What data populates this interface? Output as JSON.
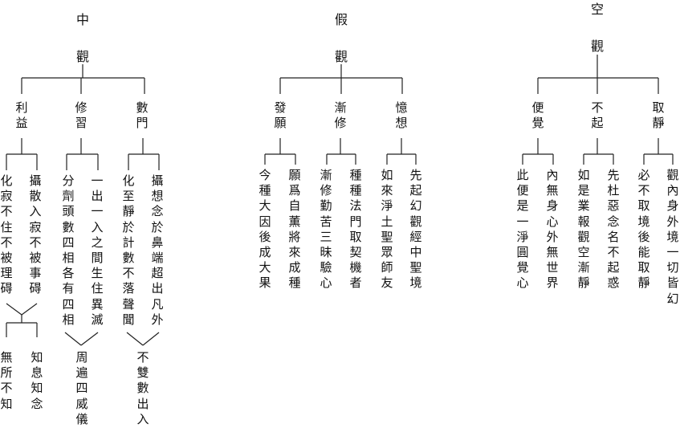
{
  "colors": {
    "ink": "#111111",
    "line": "#222222",
    "background": "#ffffff"
  },
  "trees": [
    {
      "root": "中觀",
      "branches": [
        {
          "label": "利益",
          "leaves": [
            "化寂不住不被理碍",
            "攝散入寂不被事碍"
          ],
          "sub": [
            "無所不知",
            "知息知念"
          ]
        },
        {
          "label": "修習",
          "leaves": [
            "分劑頭數四相各有四相",
            "一出一入之間生住異滅"
          ],
          "sub": "周遍四威儀"
        },
        {
          "label": "數門",
          "leaves": [
            "化至靜於計數不落聲聞",
            "攝想念於鼻端超出凡外"
          ],
          "sub": "不雙數出入"
        }
      ]
    },
    {
      "root": "假觀",
      "branches": [
        {
          "label": "發願",
          "leaves": [
            "今種大因後成大果",
            "願爲自薫將來成種"
          ]
        },
        {
          "label": "漸修",
          "leaves": [
            "漸修勤苦三昧驗心",
            "種種法門取契機者"
          ]
        },
        {
          "label": "憶想",
          "leaves": [
            "如來淨土聖眾師友",
            "先起幻觀經中聖境"
          ]
        }
      ]
    },
    {
      "root": "空觀",
      "branches": [
        {
          "label": "便覺",
          "leaves": [
            "此便是一淨圓覺心",
            "內無身心外無世界"
          ]
        },
        {
          "label": "不起",
          "leaves": [
            "如是業報觀空漸靜",
            "先杜惡念名不起惑"
          ]
        },
        {
          "label": "取靜",
          "leaves": [
            "必不取境後能取靜",
            "觀內身外境一切皆幻"
          ]
        }
      ]
    }
  ]
}
